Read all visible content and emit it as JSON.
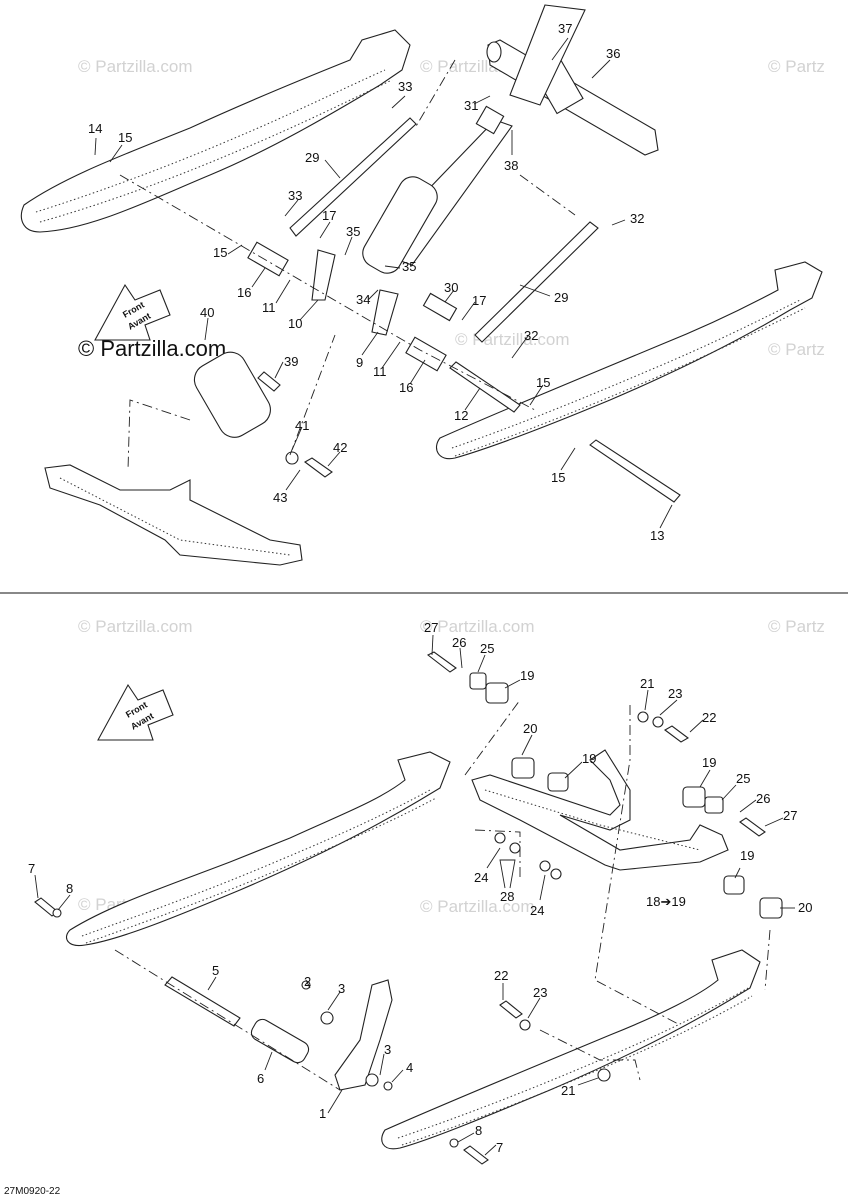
{
  "figure_code": "27M0920-22",
  "watermark": {
    "text": "© Partzilla.com",
    "text_partial": "© Partz",
    "brand_prominent": "© Partzilla.com"
  },
  "front_label": {
    "line1": "Front",
    "line2": "Avant"
  },
  "callouts": {
    "top": [
      "37",
      "36",
      "33",
      "31",
      "38",
      "14",
      "15",
      "29",
      "33",
      "17",
      "35",
      "32",
      "15",
      "16",
      "11",
      "35",
      "30",
      "17",
      "29",
      "10",
      "34",
      "40",
      "39",
      "9",
      "11",
      "32",
      "16",
      "15",
      "12",
      "41",
      "42",
      "43",
      "15",
      "13"
    ],
    "bottom": [
      "27",
      "26",
      "25",
      "19",
      "21",
      "23",
      "22",
      "20",
      "19",
      "19",
      "25",
      "26",
      "27",
      "24",
      "28",
      "24",
      "19",
      "18➔19",
      "20",
      "7",
      "8",
      "5",
      "2",
      "3",
      "22",
      "23",
      "3",
      "4",
      "6",
      "1",
      "21",
      "8",
      "7"
    ]
  }
}
